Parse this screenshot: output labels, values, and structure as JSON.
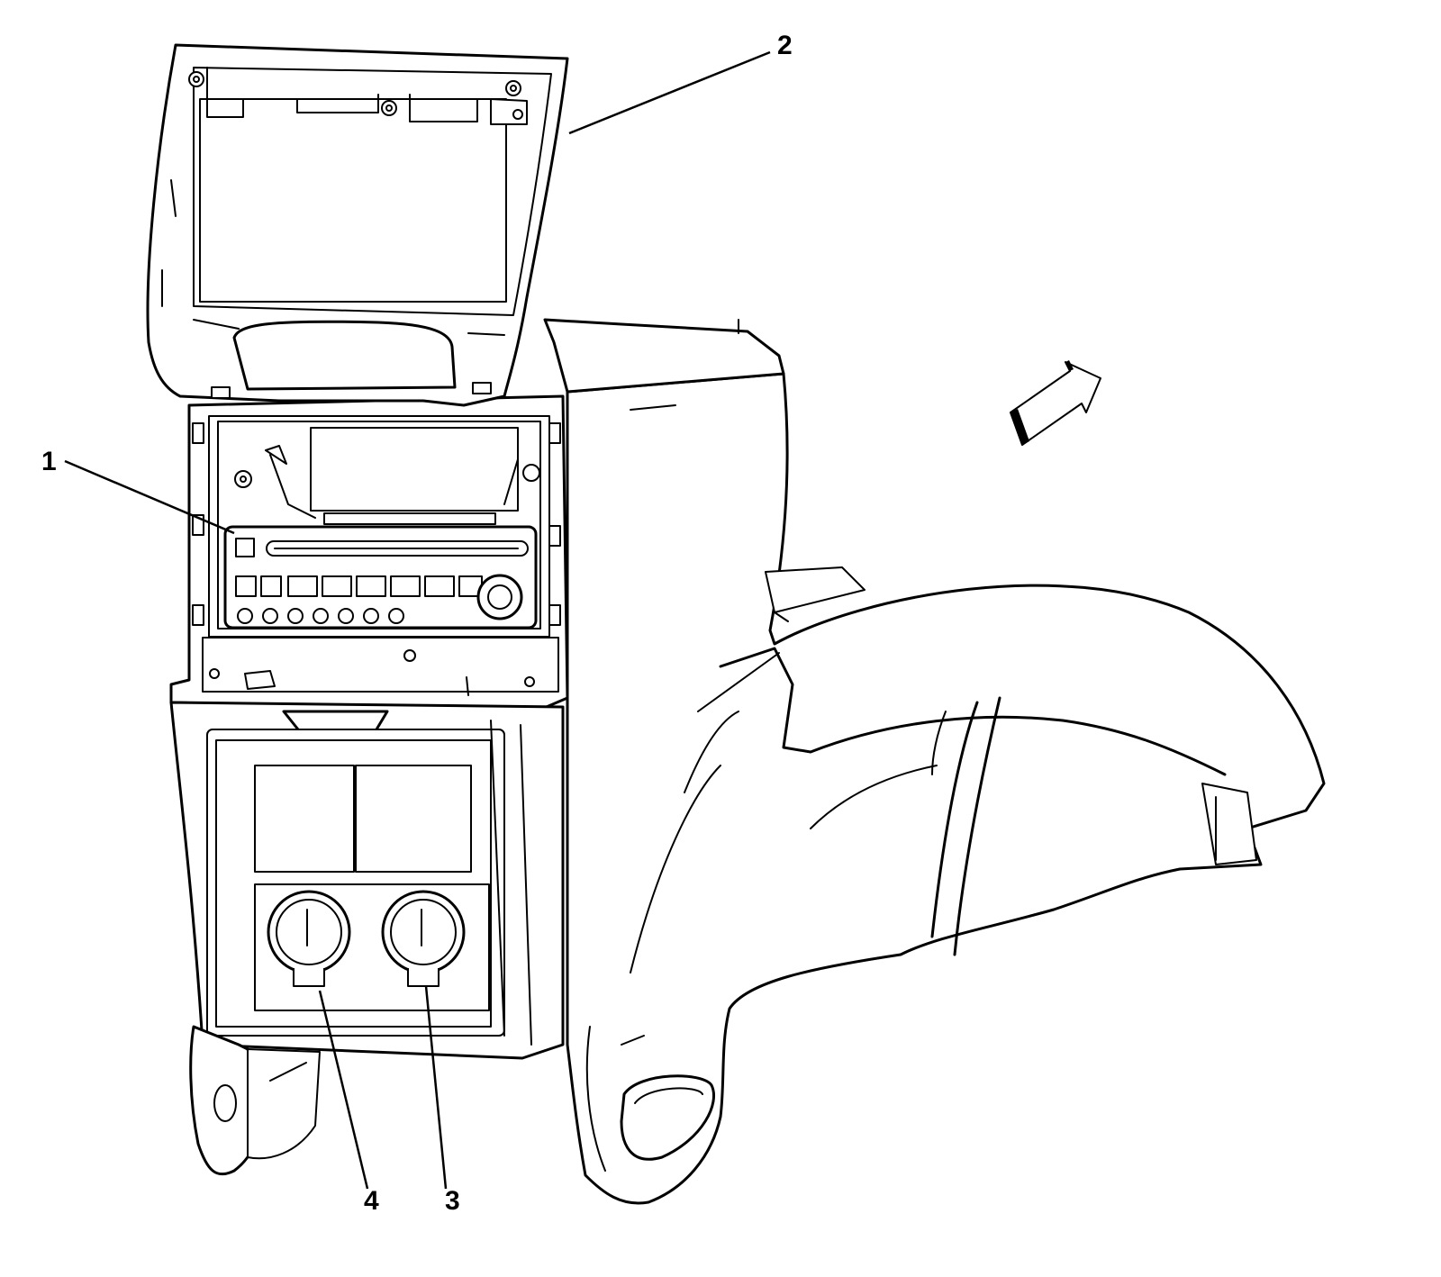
{
  "callouts": [
    {
      "label": "1",
      "part": "radio"
    },
    {
      "label": "2",
      "part": "lid"
    },
    {
      "label": "3",
      "part": "right-receptacle"
    },
    {
      "label": "4",
      "part": "left-receptacle"
    }
  ],
  "colors": {
    "line": "#000000",
    "background": "#ffffff"
  },
  "icons": {
    "direction": "front-direction-arrow-icon"
  }
}
